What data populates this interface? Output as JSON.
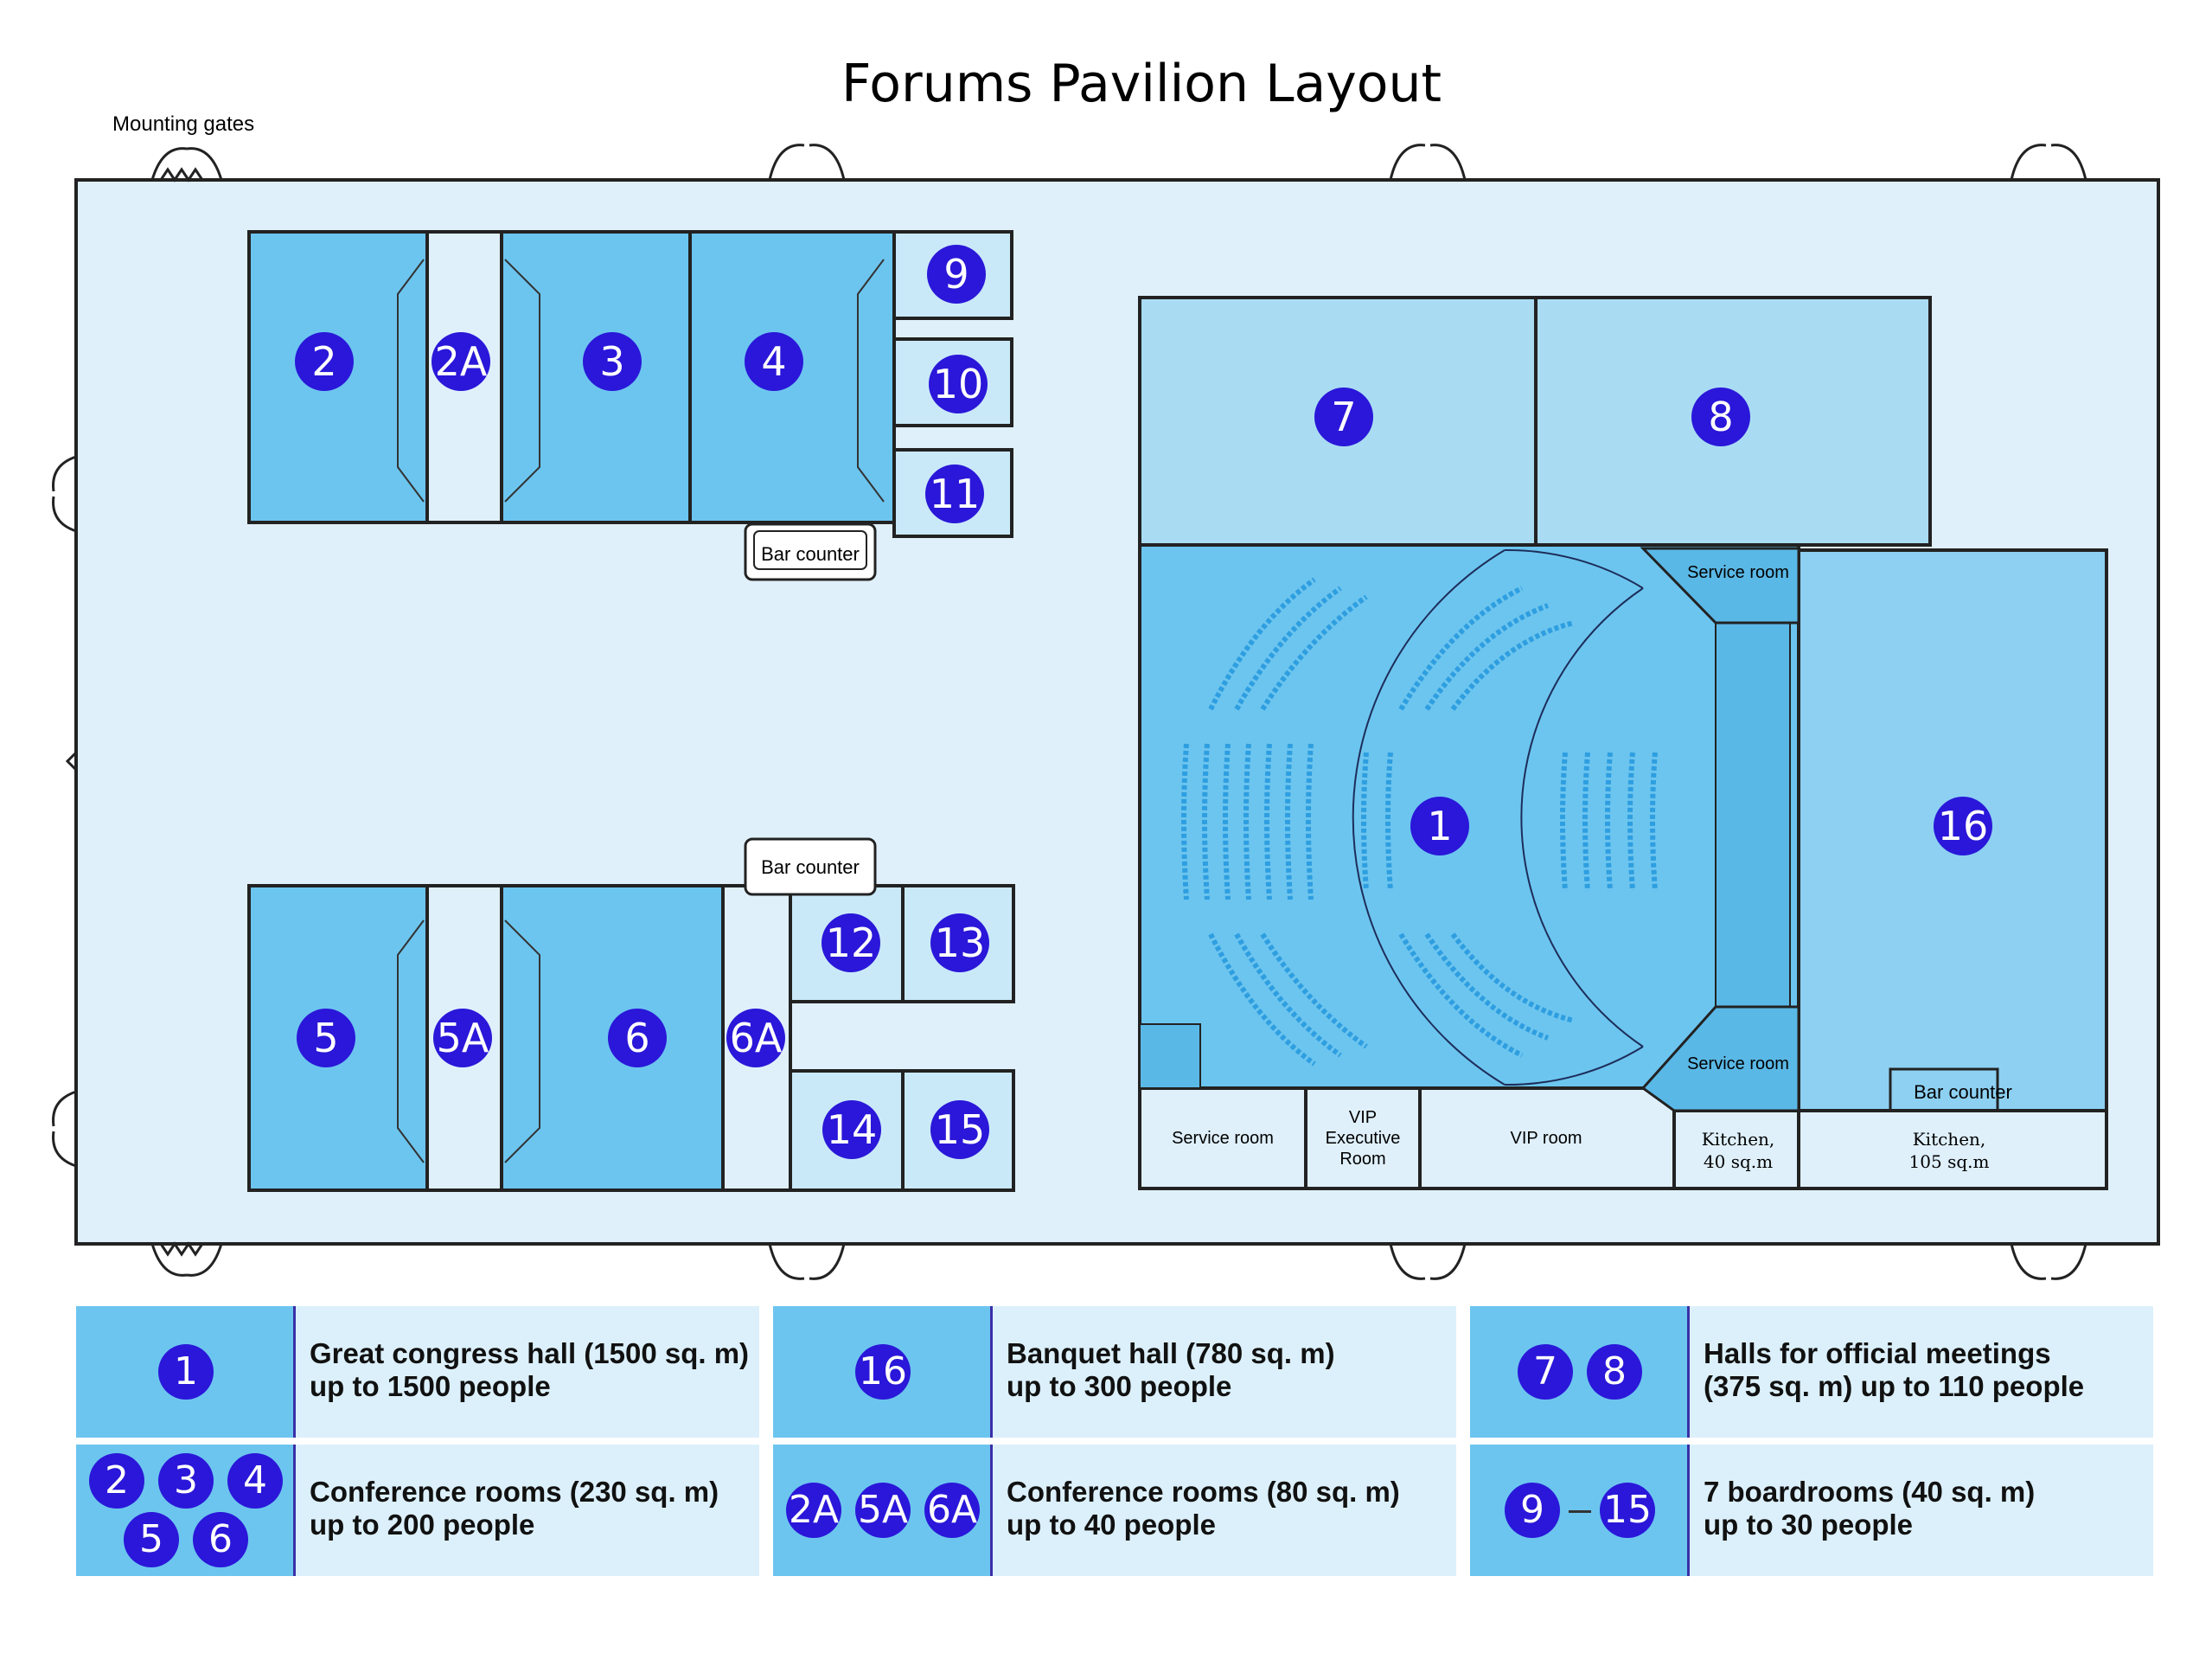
{
  "title": "Forums Pavilion Layout",
  "gate_label": "Mounting gates",
  "colors": {
    "background": "#dff0fb",
    "room_blue": "#6cc5ef",
    "room_light": "#a9dcf3",
    "room_pale": "#c9e9f8",
    "badge": "#2a17d9",
    "divider": "#3a2fa8"
  },
  "rooms": {
    "r1": "1",
    "r2": "2",
    "r2a": "2A",
    "r3": "3",
    "r4": "4",
    "r5": "5",
    "r5a": "5A",
    "r6": "6",
    "r6a": "6A",
    "r7": "7",
    "r8": "8",
    "r9": "9",
    "r10": "10",
    "r11": "11",
    "r12": "12",
    "r13": "13",
    "r14": "14",
    "r15": "15",
    "r16": "16"
  },
  "labels": {
    "bar_counter": "Bar counter",
    "service_room": "Service room",
    "vip_exec_1": "VIP",
    "vip_exec_2": "Executive",
    "vip_exec_3": "Room",
    "vip_room": "VIP room",
    "kitchen_small_1": "Kitchen,",
    "kitchen_small_2": "40 sq.m",
    "kitchen_large_1": "Kitchen,",
    "kitchen_large_2": "105 sq.m"
  },
  "legend": [
    {
      "line1": "Great congress hall (1500 sq. m)",
      "line2": "up to 1500 people"
    },
    {
      "line1": "Conference rooms (230 sq. m)",
      "line2": "up to 200 people"
    },
    {
      "line1": "Banquet hall (780 sq. m)",
      "line2": "up to 300 people"
    },
    {
      "line1": "Conference rooms (80 sq. m)",
      "line2": "up to 40 people"
    },
    {
      "line1": "Halls for official meetings",
      "line2": "(375 sq. m) up to 110 people"
    },
    {
      "line1": "7 boardrooms (40 sq. m)",
      "line2": "up to 30 people"
    }
  ]
}
